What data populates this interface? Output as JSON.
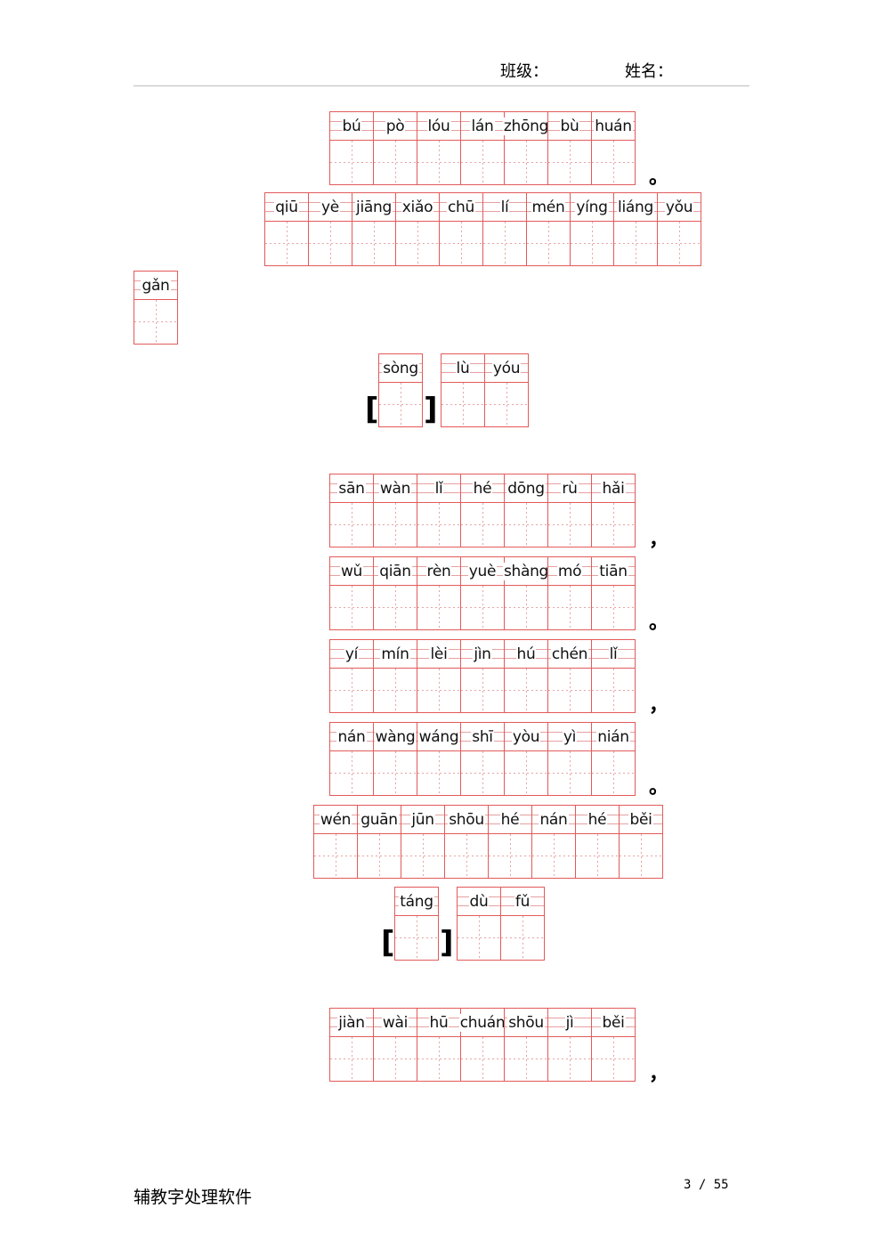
{
  "header": {
    "class_label": "班级：",
    "name_label": "姓名："
  },
  "rows": [
    [
      "bú",
      "pò",
      "lóu",
      "lán",
      "zhōng",
      "bù",
      "huán"
    ],
    [
      "qiū",
      "yè",
      "jiāng",
      "xiǎo",
      "chū",
      "lí",
      "mén",
      "yíng",
      "liáng",
      "yǒu"
    ],
    [
      "gǎn"
    ],
    [
      "sòng"
    ],
    [
      "lù",
      "yóu"
    ],
    [
      "sān",
      "wàn",
      "lǐ",
      "hé",
      "dōng",
      "rù",
      "hǎi"
    ],
    [
      "wǔ",
      "qiān",
      "rèn",
      "yuè",
      "shàng",
      "mó",
      "tiān"
    ],
    [
      "yí",
      "mín",
      "lèi",
      "jìn",
      "hú",
      "chén",
      "lǐ"
    ],
    [
      "nán",
      "wàng",
      "wáng",
      "shī",
      "yòu",
      "yì",
      "nián"
    ],
    [
      "wén",
      "guān",
      "jūn",
      "shōu",
      "hé",
      "nán",
      "hé",
      "běi"
    ],
    [
      "táng"
    ],
    [
      "dù",
      "fǔ"
    ],
    [
      "jiàn",
      "wài",
      "hū",
      "chuán",
      "shōu",
      "jì",
      "běi"
    ]
  ],
  "punctuation": {
    "period": "。",
    "comma": "，",
    "bracket_open": "[",
    "bracket_close": "]"
  },
  "footer": {
    "software": "辅教字处理软件",
    "page": "3 / 55"
  },
  "colors": {
    "grid": "#e35a5a",
    "guide": "#e9a3a3"
  }
}
